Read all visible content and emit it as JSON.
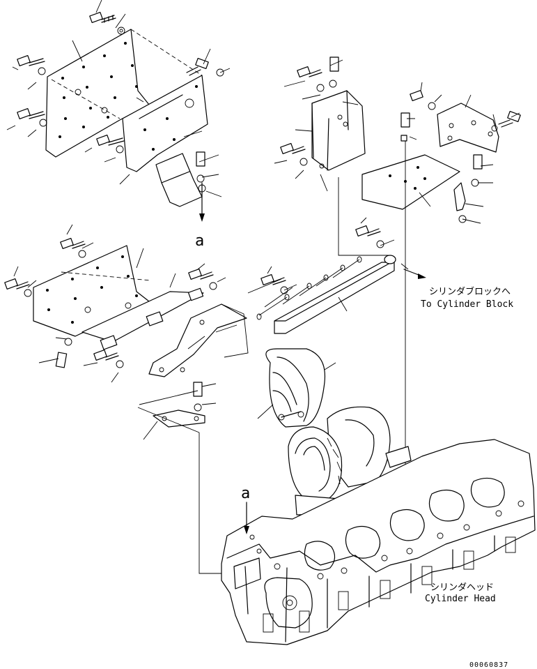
{
  "callouts": {
    "ref_a_upper": "a",
    "ref_a_lower": "a"
  },
  "labels": {
    "cylinder_block_jp": "シリンダブロックへ",
    "cylinder_block_en": "To Cylinder Block",
    "cylinder_head_jp": "シリンダヘッド",
    "cylinder_head_en": "Cylinder Head"
  },
  "drawing_number": "00060837"
}
